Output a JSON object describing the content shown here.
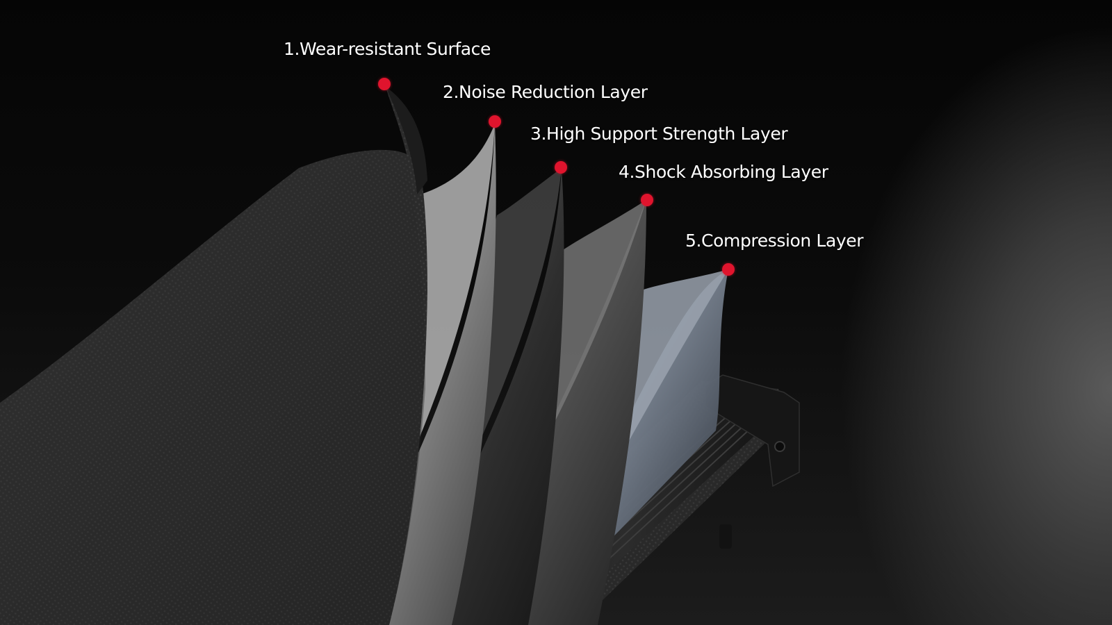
{
  "layers": [
    {
      "label": "1.Wear-resistant Surface"
    },
    {
      "label": "2.Noise Reduction Layer"
    },
    {
      "label": "3.High Support Strength Layer"
    },
    {
      "label": "4.Shock Absorbing Layer"
    },
    {
      "label": "5.Compression Layer"
    }
  ],
  "colors": {
    "background": "#000000",
    "marker": "#e0142d",
    "label_text": "#ffffff"
  }
}
